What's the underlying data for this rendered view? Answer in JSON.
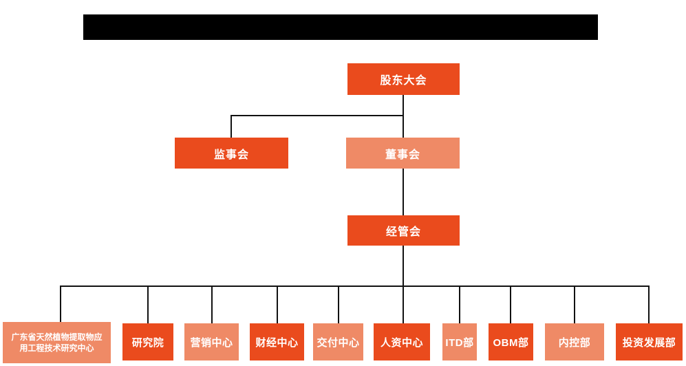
{
  "colors": {
    "primary_orange": "#EA4B1D",
    "secondary_salmon": "#EF8A66",
    "connector_line": "#111111",
    "redaction_bar": "#000000",
    "node_text": "#ffffff"
  },
  "org_chart": {
    "title_bar": {
      "note": "redacted-black-bar"
    },
    "root": {
      "label": "股东大会",
      "variant": "primary"
    },
    "level2": [
      {
        "label": "监事会",
        "variant": "primary"
      },
      {
        "label": "董事会",
        "variant": "secondary"
      }
    ],
    "level3": {
      "label": "经管会",
      "variant": "primary"
    },
    "departments": [
      {
        "label": "广东省天然植物提取物应用工程技术研究中心",
        "variant": "secondary"
      },
      {
        "label": "研究院",
        "variant": "primary"
      },
      {
        "label": "营销中心",
        "variant": "secondary"
      },
      {
        "label": "财经中心",
        "variant": "primary"
      },
      {
        "label": "交付中心",
        "variant": "secondary"
      },
      {
        "label": "人资中心",
        "variant": "primary"
      },
      {
        "label": "ITD部",
        "variant": "secondary"
      },
      {
        "label": "OBM部",
        "variant": "primary"
      },
      {
        "label": "内控部",
        "variant": "secondary"
      },
      {
        "label": "投资发展部",
        "variant": "primary"
      }
    ]
  }
}
